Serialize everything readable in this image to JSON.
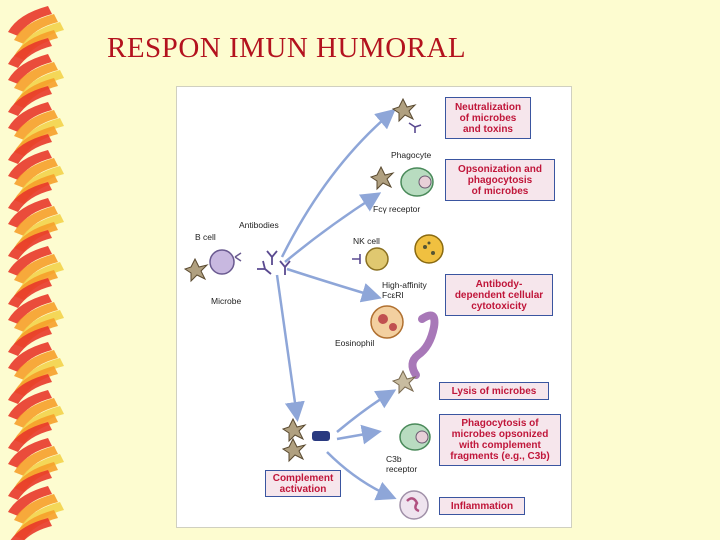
{
  "slide": {
    "title": "RESPON IMUN HUMORAL"
  },
  "figure": {
    "boxes": {
      "neutralization": "Neutralization\nof microbes\nand toxins",
      "opsonization": "Opsonization and\nphagocytosis\nof microbes",
      "adcc": "Antibody-\ndependent cellular\ncytotoxicity",
      "lysis": "Lysis of microbes",
      "phago_complement": "Phagocytosis of\nmicrobes opsonized\nwith complement\nfragments (e.g., C3b)",
      "complement": "Complement\nactivation",
      "inflammation": "Inflammation"
    },
    "labels": {
      "b_cell": "B cell",
      "antibodies": "Antibodies",
      "microbe": "Microbe",
      "phagocyte": "Phagocyte",
      "fc_receptor": "Fcγ receptor",
      "nk_cell": "NK cell",
      "high_affinity": "High-affinity\nFcεRI",
      "eosinophil": "Eosinophil",
      "c3b_receptor": "C3b\nreceptor"
    }
  },
  "colors": {
    "slide_background": "#fdfcd0",
    "title": "#b3121e",
    "box_border": "#3a55a0",
    "box_fill": "#f6e6ec",
    "box_text": "#c0163a",
    "arrow": "#8ea6d8"
  }
}
